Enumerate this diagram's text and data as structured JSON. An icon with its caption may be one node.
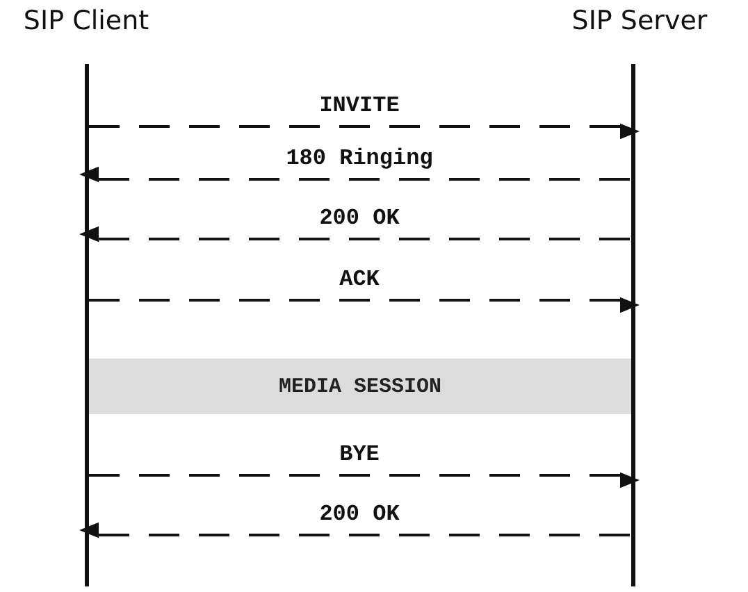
{
  "diagram": {
    "nodes": [
      {
        "text": [
          "SIP Client"
        ]
      },
      {
        "text": [
          "SIP Server"
        ]
      },
      {
        "text": [
          "MEDIA SESSION"
        ]
      }
    ],
    "edges": [
      {
        "from": 0,
        "to": 1,
        "arrow": "to",
        "label": "INVITE",
        "style": "dashed"
      },
      {
        "from": 1,
        "to": 0,
        "arrow": "to",
        "label": "180 Ringing",
        "style": "dashed"
      },
      {
        "from": 1,
        "to": 0,
        "arrow": "to",
        "label": "200 OK",
        "style": "dashed"
      },
      {
        "from": 0,
        "to": 1,
        "arrow": "to",
        "label": "ACK",
        "style": "dashed"
      },
      {
        "from": 0,
        "to": 1,
        "arrow": "to",
        "label": "BYE",
        "style": "dashed"
      },
      {
        "from": 1,
        "to": 0,
        "arrow": "to",
        "label": "200 OK",
        "style": "dashed"
      }
    ]
  }
}
